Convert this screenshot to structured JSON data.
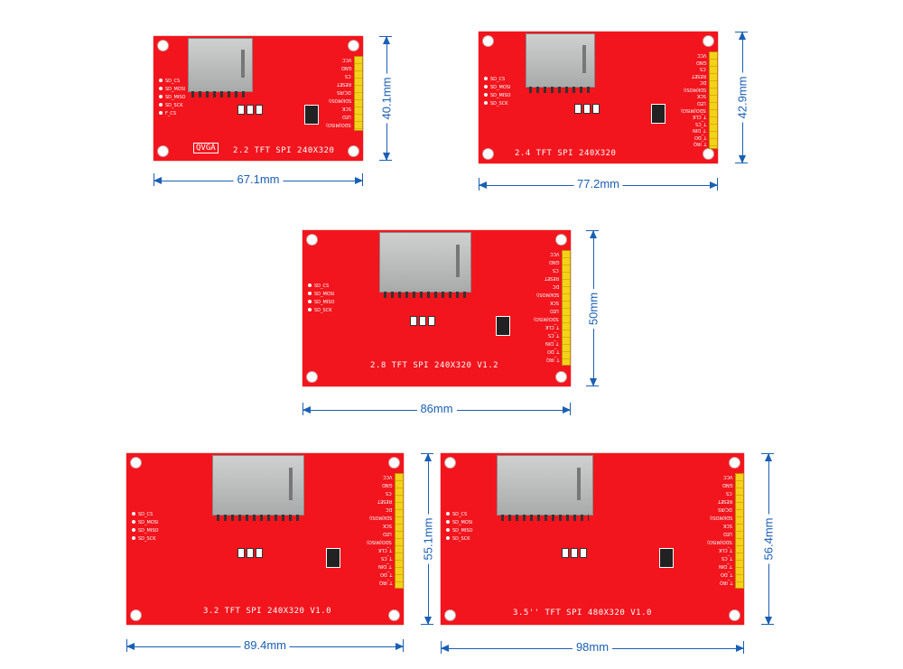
{
  "colors": {
    "pcb": "#f2151d",
    "header": "#f4d21c",
    "dimension": "#1a5fb4"
  },
  "boards": [
    {
      "id": "2.2",
      "title": "2.2 TFT SPI 240X320",
      "logo": "QVGA",
      "width_label": "67.1mm",
      "height_label": "40.1mm",
      "pins": [
        "VCC",
        "GND",
        "CS",
        "RESET",
        "DC/RS",
        "SDI(MOSI)",
        "SCK",
        "LED",
        "SDO(MISO)"
      ],
      "sd_pins": [
        "SD_CS",
        "SD_MOSI",
        "SD_MISO",
        "SD_SCK",
        "F_CS"
      ]
    },
    {
      "id": "2.4",
      "title": "2.4 TFT SPI 240X320",
      "width_label": "77.2mm",
      "height_label": "42.9mm",
      "pins": [
        "VCC",
        "GND",
        "CS",
        "RESET",
        "DC",
        "SDI(MOSI)",
        "SCK",
        "LED",
        "SDO(MISO)",
        "T_CLK",
        "T_CS",
        "T_DIN",
        "T_DO",
        "T_IRQ"
      ],
      "sd_pins": [
        "SD_CS",
        "SD_MOSI",
        "SD_MISO",
        "SD_SCK"
      ]
    },
    {
      "id": "2.8",
      "title": "2.8 TFT SPI 240X320 V1.2",
      "width_label": "86mm",
      "height_label": "50mm",
      "pins": [
        "VCC",
        "GND",
        "CS",
        "RESET",
        "DC",
        "SDI(MOSI)",
        "SCK",
        "LED",
        "SDO(MISO)",
        "T_CLK",
        "T_CS",
        "T_DIN",
        "T_DO",
        "T_IRQ"
      ],
      "sd_pins": [
        "SD_CS",
        "SD_MOSI",
        "SD_MISO",
        "SD_SCK"
      ]
    },
    {
      "id": "3.2",
      "title": "3.2 TFT SPI 240X320 V1.0",
      "width_label": "89.4mm",
      "height_label": "55.1mm",
      "pins": [
        "VCC",
        "GND",
        "CS",
        "RESET",
        "DC",
        "SDI(MOSI)",
        "SCK",
        "LED",
        "SDO(MISO)",
        "T_CLK",
        "T_CS",
        "T_DIN",
        "T_DO",
        "T_IRQ"
      ],
      "sd_pins": [
        "SD_CS",
        "SD_MOSI",
        "SD_MISO",
        "SD_SCK"
      ]
    },
    {
      "id": "3.5",
      "title": "3.5'' TFT SPI 480X320 V1.0",
      "width_label": "98mm",
      "height_label": "56.4mm",
      "pins": [
        "VCC",
        "GND",
        "CS",
        "RESET",
        "DC/RS",
        "SDI(MOSI)",
        "SCK",
        "LED",
        "SDO(MISO)",
        "T_CLK",
        "T_CS",
        "T_DIN",
        "T_DO",
        "T_IRQ"
      ],
      "sd_pins": [
        "SD_CS",
        "SD_MOSI",
        "SD_MISO",
        "SD_SCK"
      ]
    }
  ]
}
